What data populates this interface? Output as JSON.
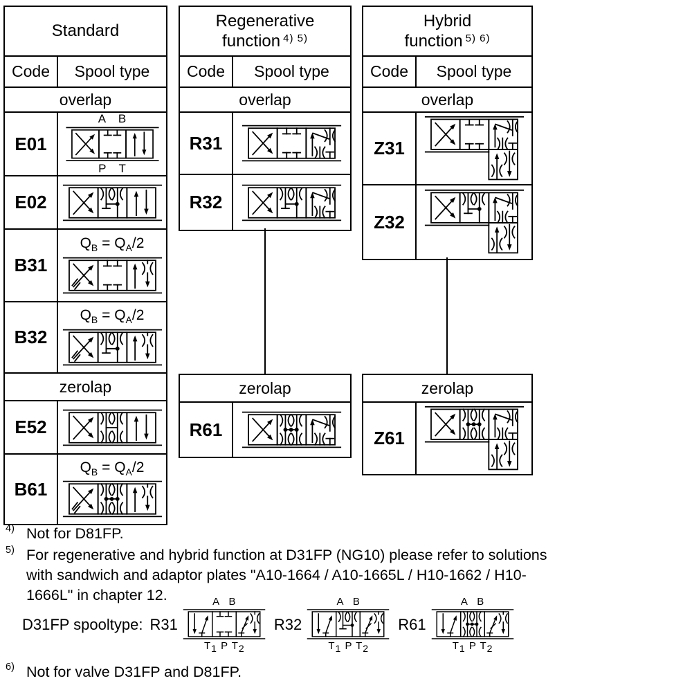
{
  "page": {
    "background": "#ffffff",
    "line_color": "#000000"
  },
  "tables": [
    {
      "id": "standard",
      "title1": "Standard",
      "title2": "",
      "sup": "",
      "code_header": "Code",
      "spool_header": "Spool type",
      "sections": [
        {
          "label": "overlap",
          "rows": [
            {
              "code": "E01",
              "note": "",
              "top_label": "A B",
              "bottom_label": "P T",
              "symbol": "E01"
            },
            {
              "code": "E02",
              "note": "",
              "top_label": "",
              "bottom_label": "",
              "symbol": "E02"
            },
            {
              "code": "B31",
              "note": "Q_B = Q_A/2",
              "top_label": "",
              "bottom_label": "",
              "symbol": "B31"
            },
            {
              "code": "B32",
              "note": "Q_B = Q_A/2",
              "top_label": "",
              "bottom_label": "",
              "symbol": "B32"
            }
          ]
        },
        {
          "label": "zerolap",
          "rows": [
            {
              "code": "E52",
              "note": "",
              "top_label": "",
              "bottom_label": "",
              "symbol": "E52"
            },
            {
              "code": "B61",
              "note": "Q_B = Q_A/2",
              "top_label": "",
              "bottom_label": "",
              "symbol": "B61"
            }
          ]
        }
      ]
    },
    {
      "id": "regenerative",
      "title1": "Regenerative",
      "title2": "function",
      "sup": "4) 5)",
      "code_header": "Code",
      "spool_header": "Spool type",
      "sections": [
        {
          "label": "overlap",
          "rows": [
            {
              "code": "R31",
              "note": "",
              "top_label": "",
              "bottom_label": "",
              "symbol": "R31"
            },
            {
              "code": "R32",
              "note": "",
              "top_label": "",
              "bottom_label": "",
              "symbol": "R32"
            }
          ]
        },
        {
          "label": "zerolap",
          "rows": [
            {
              "code": "R61",
              "note": "",
              "top_label": "",
              "bottom_label": "",
              "symbol": "R61"
            }
          ]
        }
      ]
    },
    {
      "id": "hybrid",
      "title1": "Hybrid",
      "title2": "function",
      "sup": "5) 6)",
      "code_header": "Code",
      "spool_header": "Spool type",
      "sections": [
        {
          "label": "overlap",
          "rows": [
            {
              "code": "Z31",
              "note": "",
              "top_label": "",
              "bottom_label": "",
              "symbol": "Z31"
            },
            {
              "code": "Z32",
              "note": "",
              "top_label": "",
              "bottom_label": "",
              "symbol": "Z32"
            }
          ]
        },
        {
          "label": "zerolap",
          "rows": [
            {
              "code": "Z61",
              "note": "",
              "top_label": "",
              "bottom_label": "",
              "symbol": "Z61"
            }
          ]
        }
      ]
    }
  ],
  "symbols": {
    "E01": {
      "boxes": [
        "x",
        "tt",
        "pa"
      ],
      "sub": null
    },
    "E02": {
      "boxes": [
        "x",
        "rb",
        "pa"
      ],
      "sub": null
    },
    "B31": {
      "boxes": [
        "xr",
        "tt",
        "par"
      ],
      "sub": null
    },
    "B32": {
      "boxes": [
        "xr",
        "rb",
        "par"
      ],
      "sub": null
    },
    "E52": {
      "boxes": [
        "x",
        "hh",
        "pa"
      ],
      "sub": null
    },
    "B61": {
      "boxes": [
        "xr",
        "hhd",
        "par"
      ],
      "sub": null
    },
    "R31": {
      "boxes": [
        "x",
        "tt",
        "regen"
      ],
      "sub": null
    },
    "R32": {
      "boxes": [
        "x",
        "rb",
        "regen"
      ],
      "sub": null
    },
    "R61": {
      "boxes": [
        "x",
        "hhd",
        "regen"
      ],
      "sub": null
    },
    "Z31": {
      "boxes": [
        "x",
        "tt",
        "regen"
      ],
      "sub": "sub"
    },
    "Z32": {
      "boxes": [
        "x",
        "rb",
        "regen"
      ],
      "sub": "sub"
    },
    "Z61": {
      "boxes": [
        "x",
        "hhd",
        "regen"
      ],
      "sub": "sub"
    },
    "D31FP_R31": {
      "boxes": [
        "dl",
        "tt",
        "dr"
      ],
      "sub": null
    },
    "D31FP_R32": {
      "boxes": [
        "dl",
        "rb",
        "dr"
      ],
      "sub": null
    },
    "D31FP_R61": {
      "boxes": [
        "dl",
        "hhd",
        "dr"
      ],
      "sub": null
    }
  },
  "footnotes": {
    "fn4": {
      "marker": "4)",
      "lines": [
        "Not for D81FP."
      ]
    },
    "fn5": {
      "marker": "5)",
      "lines": [
        "For regenerative and hybrid function at D31FP (NG10) please refer to solutions",
        "with sandwich and adaptor plates \"A10-1664 / A10-1665L / H10-1662 / H10-",
        "1666L\" in chapter 12."
      ]
    },
    "fn6": {
      "marker": "6)",
      "lines": [
        "Not for valve D31FP and D81FP."
      ]
    }
  },
  "d31fp_line": {
    "label": "D31FP spooltype:",
    "items": [
      {
        "code": "R31",
        "symbol": "D31FP_R31",
        "top_label": "A B",
        "bottom_label": "T_1 P T_2"
      },
      {
        "code": "R32",
        "symbol": "D31FP_R32",
        "top_label": "A B",
        "bottom_label": "T_1 P T_2"
      },
      {
        "code": "R61",
        "symbol": "D31FP_R61",
        "top_label": "A B",
        "bottom_label": "T_1 P T_2"
      }
    ]
  }
}
